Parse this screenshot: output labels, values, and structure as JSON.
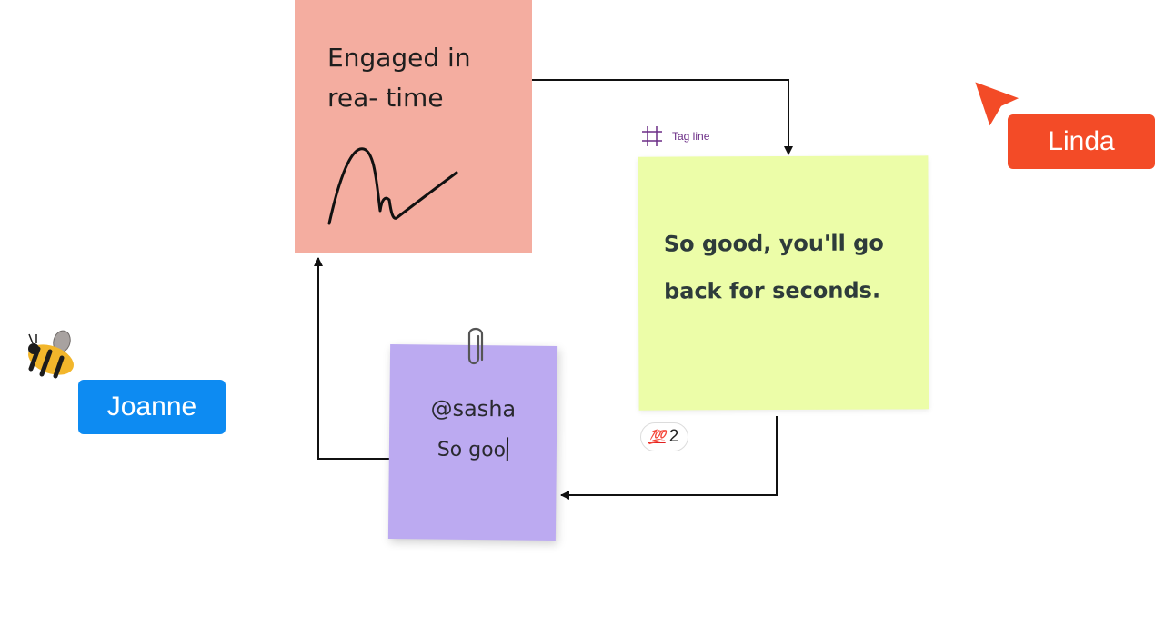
{
  "board": {
    "notes": {
      "pink": {
        "text_line1": "Engaged in",
        "text_line2": "rea- time",
        "color": "#f4ada0"
      },
      "yellow": {
        "text_line1": "So good, you'll go",
        "text_line2": "back for seconds.",
        "color": "#ecfda8"
      },
      "purple": {
        "mention": "@sasha",
        "draft": "So goo",
        "color": "#bcaaf1"
      }
    },
    "tagline": {
      "icon": "frame-grid-icon",
      "label": "Tag line"
    },
    "reaction": {
      "emoji": "💯",
      "emoji_icon": "hundred-points-icon",
      "count": "2"
    }
  },
  "collaborators": {
    "linda": {
      "name": "Linda",
      "color": "#f34b27",
      "icon": "pointer-cursor-icon"
    },
    "joanne": {
      "name": "Joanne",
      "color": "#0d8bf2",
      "icon": "bee-cursor-icon"
    }
  },
  "colors": {
    "connector": "#111111",
    "tag_accent": "#6b2d86"
  }
}
